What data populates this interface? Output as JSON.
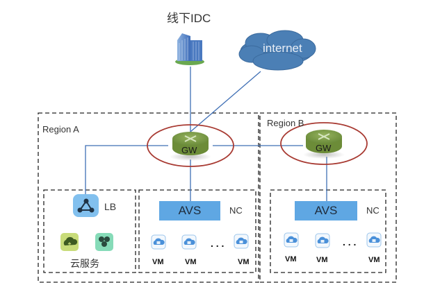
{
  "nodes": {
    "idc": {
      "label": "线下IDC",
      "icon": "building-icon"
    },
    "internet": {
      "label": "internet",
      "icon": "cloud-icon"
    },
    "gw_a": {
      "label": "GW",
      "icon": "router-icon"
    },
    "gw_b": {
      "label": "GW",
      "icon": "router-icon"
    }
  },
  "regions": {
    "a": {
      "label": "Region A",
      "services": {
        "lb_label": "LB",
        "group_label": "云服务",
        "icons": [
          "load-balancer-icon",
          "cloud-storage-icon",
          "cluster-icon"
        ]
      },
      "nc": {
        "avs_label": "AVS",
        "nc_label": "NC",
        "vms": [
          "VM",
          "VM",
          "VM"
        ],
        "ellipsis": ". . ."
      }
    },
    "b": {
      "label": "Region B",
      "nc": {
        "avs_label": "AVS",
        "nc_label": "NC",
        "vms": [
          "VM",
          "VM",
          "VM"
        ],
        "ellipsis": ". . ."
      }
    }
  },
  "colors": {
    "line": "#3f6fb5",
    "ellipse": "#a83a32",
    "router": "#7a9a45",
    "avs": "#5fa7e3",
    "cloud": "#4b7fb5"
  }
}
